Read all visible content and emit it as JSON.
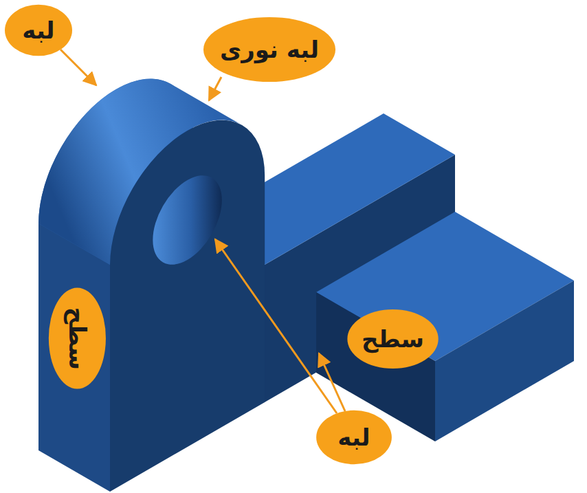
{
  "diagram": {
    "nodes": [
      {
        "text": [
          "لبه"
        ]
      },
      {
        "text": [
          "لبه نوری"
        ]
      },
      {
        "text": [
          "سطح"
        ]
      },
      {
        "text": [
          "سطح"
        ]
      },
      {
        "text": [
          "لبه"
        ]
      }
    ]
  }
}
